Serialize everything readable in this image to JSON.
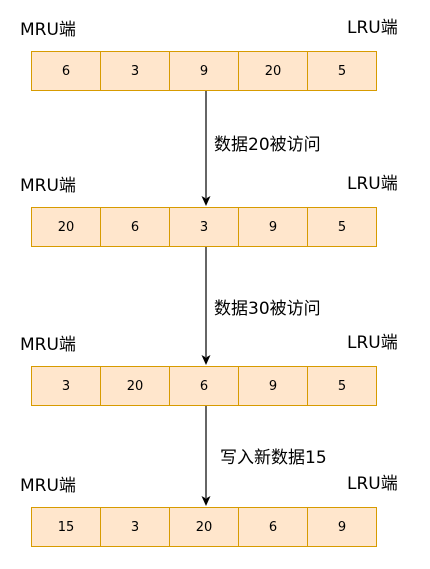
{
  "mru_label": "MRU端",
  "lru_label": "LRU端",
  "rows": [
    {
      "cells": [
        "6",
        "3",
        "9",
        "20",
        "5"
      ]
    },
    {
      "cells": [
        "20",
        "6",
        "3",
        "9",
        "5"
      ]
    },
    {
      "cells": [
        "3",
        "20",
        "6",
        "9",
        "5"
      ]
    },
    {
      "cells": [
        "15",
        "3",
        "20",
        "6",
        "9"
      ]
    }
  ],
  "steps": [
    "数据20被访问",
    "数据30被访问",
    "写入新数据15"
  ],
  "colors": {
    "cell_fill": "#ffe6cc",
    "cell_border": "#d79b00",
    "arrow": "#000000"
  }
}
